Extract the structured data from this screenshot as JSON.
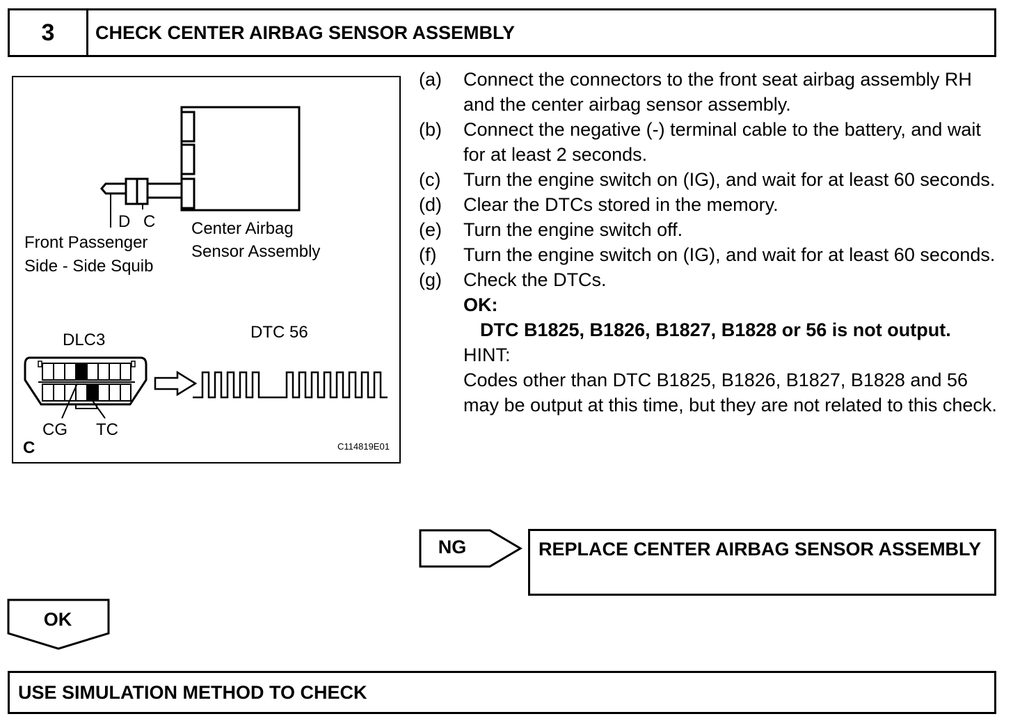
{
  "header": {
    "step_number": "3",
    "title": "CHECK CENTER AIRBAG SENSOR ASSEMBLY"
  },
  "figure": {
    "labels": {
      "d": "D",
      "c": "C",
      "front_passenger_1": "Front Passenger",
      "front_passenger_2": "Side - Side Squib",
      "center_airbag_1": "Center Airbag",
      "center_airbag_2": "Sensor Assembly",
      "dlc3": "DLC3",
      "dtc56": "DTC 56",
      "cg": "CG",
      "tc": "TC",
      "corner": "C",
      "figure_id": "C114819E01"
    }
  },
  "steps": [
    {
      "letter": "(a)",
      "text": "Connect the connectors to the front seat airbag assembly RH and the center airbag sensor assembly."
    },
    {
      "letter": "(b)",
      "text": "Connect the negative (-) terminal cable to the battery, and wait for at least 2 seconds."
    },
    {
      "letter": "(c)",
      "text": "Turn the engine switch on (IG), and wait for at least 60 seconds."
    },
    {
      "letter": "(d)",
      "text": "Clear the DTCs stored in the memory."
    },
    {
      "letter": "(e)",
      "text": "Turn the engine switch off."
    },
    {
      "letter": "(f)",
      "text": "Turn the engine switch on (IG), and wait for at least 60 seconds."
    },
    {
      "letter": "(g)",
      "text": "Check the DTCs."
    }
  ],
  "ok": {
    "label": "OK:",
    "text": "DTC B1825, B1826, B1827, B1828 or 56 is not output."
  },
  "hint": {
    "label": "HINT:",
    "text": "Codes other than DTC B1825, B1826, B1827, B1828 and 56 may be output at this time, but they are not related to this check."
  },
  "ng": {
    "label": "NG",
    "result": "REPLACE CENTER AIRBAG SENSOR ASSEMBLY"
  },
  "ok_branch": {
    "label": "OK"
  },
  "footer": {
    "text": "USE SIMULATION METHOD TO CHECK"
  }
}
